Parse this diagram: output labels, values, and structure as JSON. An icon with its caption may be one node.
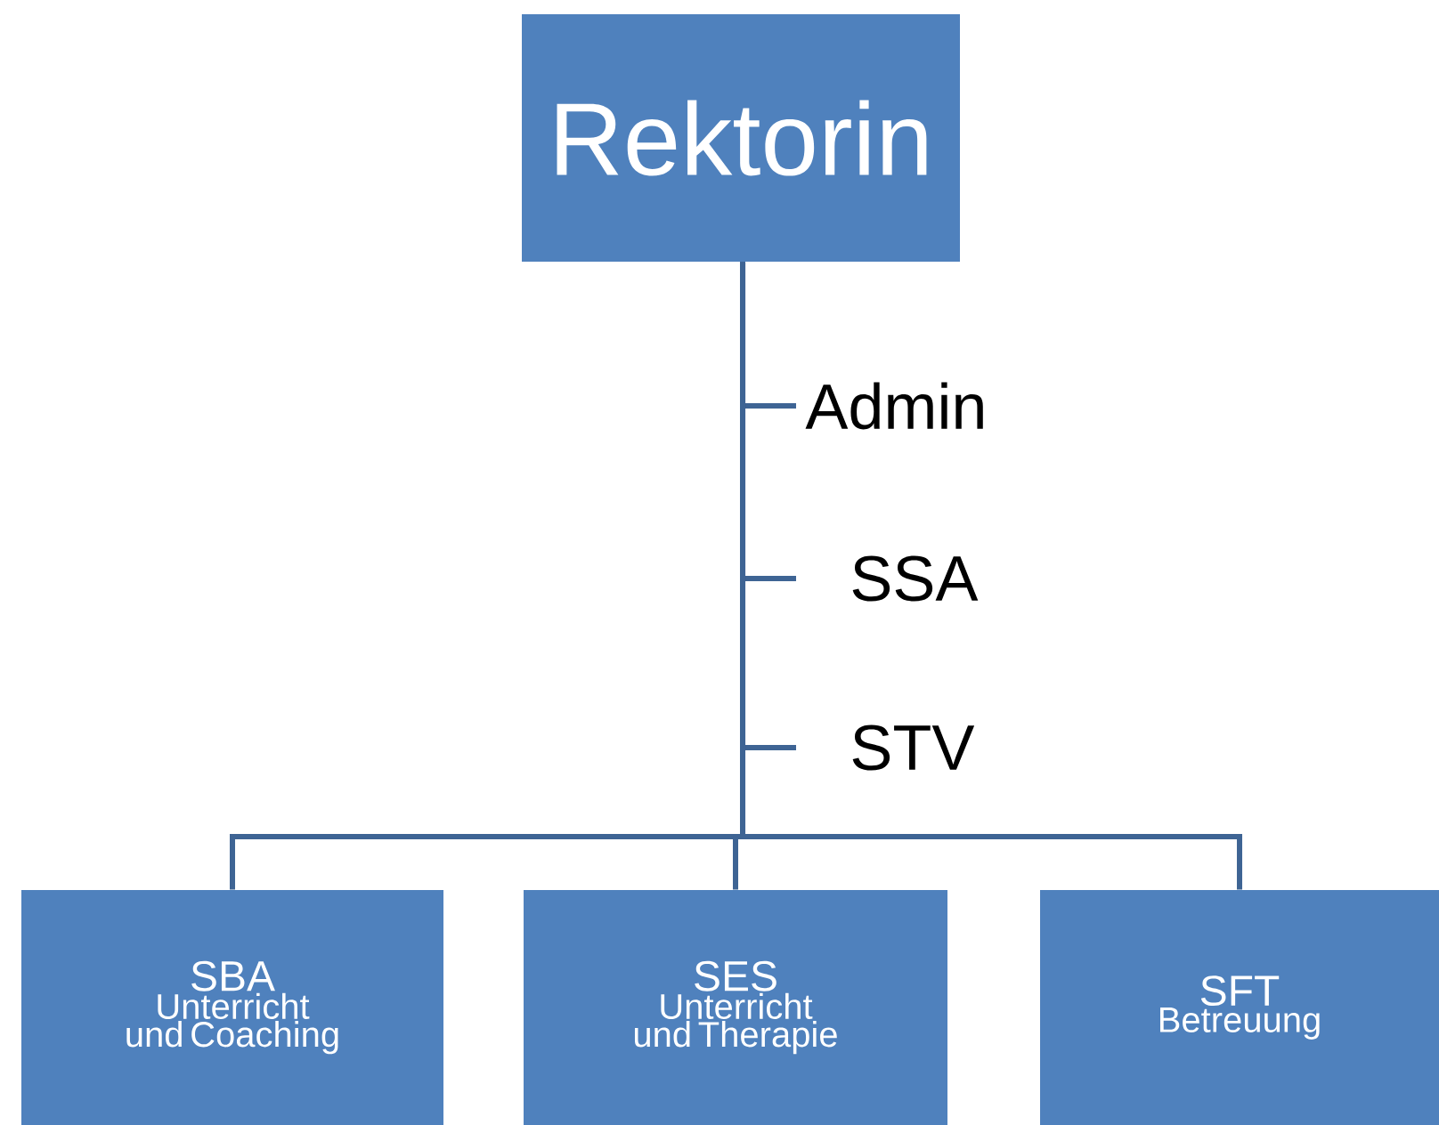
{
  "diagram": {
    "nodes": [
      {
        "text": [
          "Rektorin"
        ]
      },
      {
        "text": [
          "Admin"
        ]
      },
      {
        "text": [
          "SSA"
        ]
      },
      {
        "text": [
          "STV"
        ]
      },
      {
        "text": [
          "SBA",
          "Unterricht und Coaching"
        ]
      },
      {
        "text": [
          "SES",
          "Unterricht und Therapie"
        ]
      },
      {
        "text": [
          "SFT",
          "Betreuung"
        ]
      }
    ],
    "edges": [
      {
        "from": 0,
        "to": 1,
        "arrow": "none"
      },
      {
        "from": 0,
        "to": 2,
        "arrow": "none"
      },
      {
        "from": 0,
        "to": 3,
        "arrow": "none"
      },
      {
        "from": 0,
        "to": 4,
        "arrow": "none"
      },
      {
        "from": 0,
        "to": 5,
        "arrow": "none"
      },
      {
        "from": 0,
        "to": 6,
        "arrow": "none"
      }
    ]
  }
}
